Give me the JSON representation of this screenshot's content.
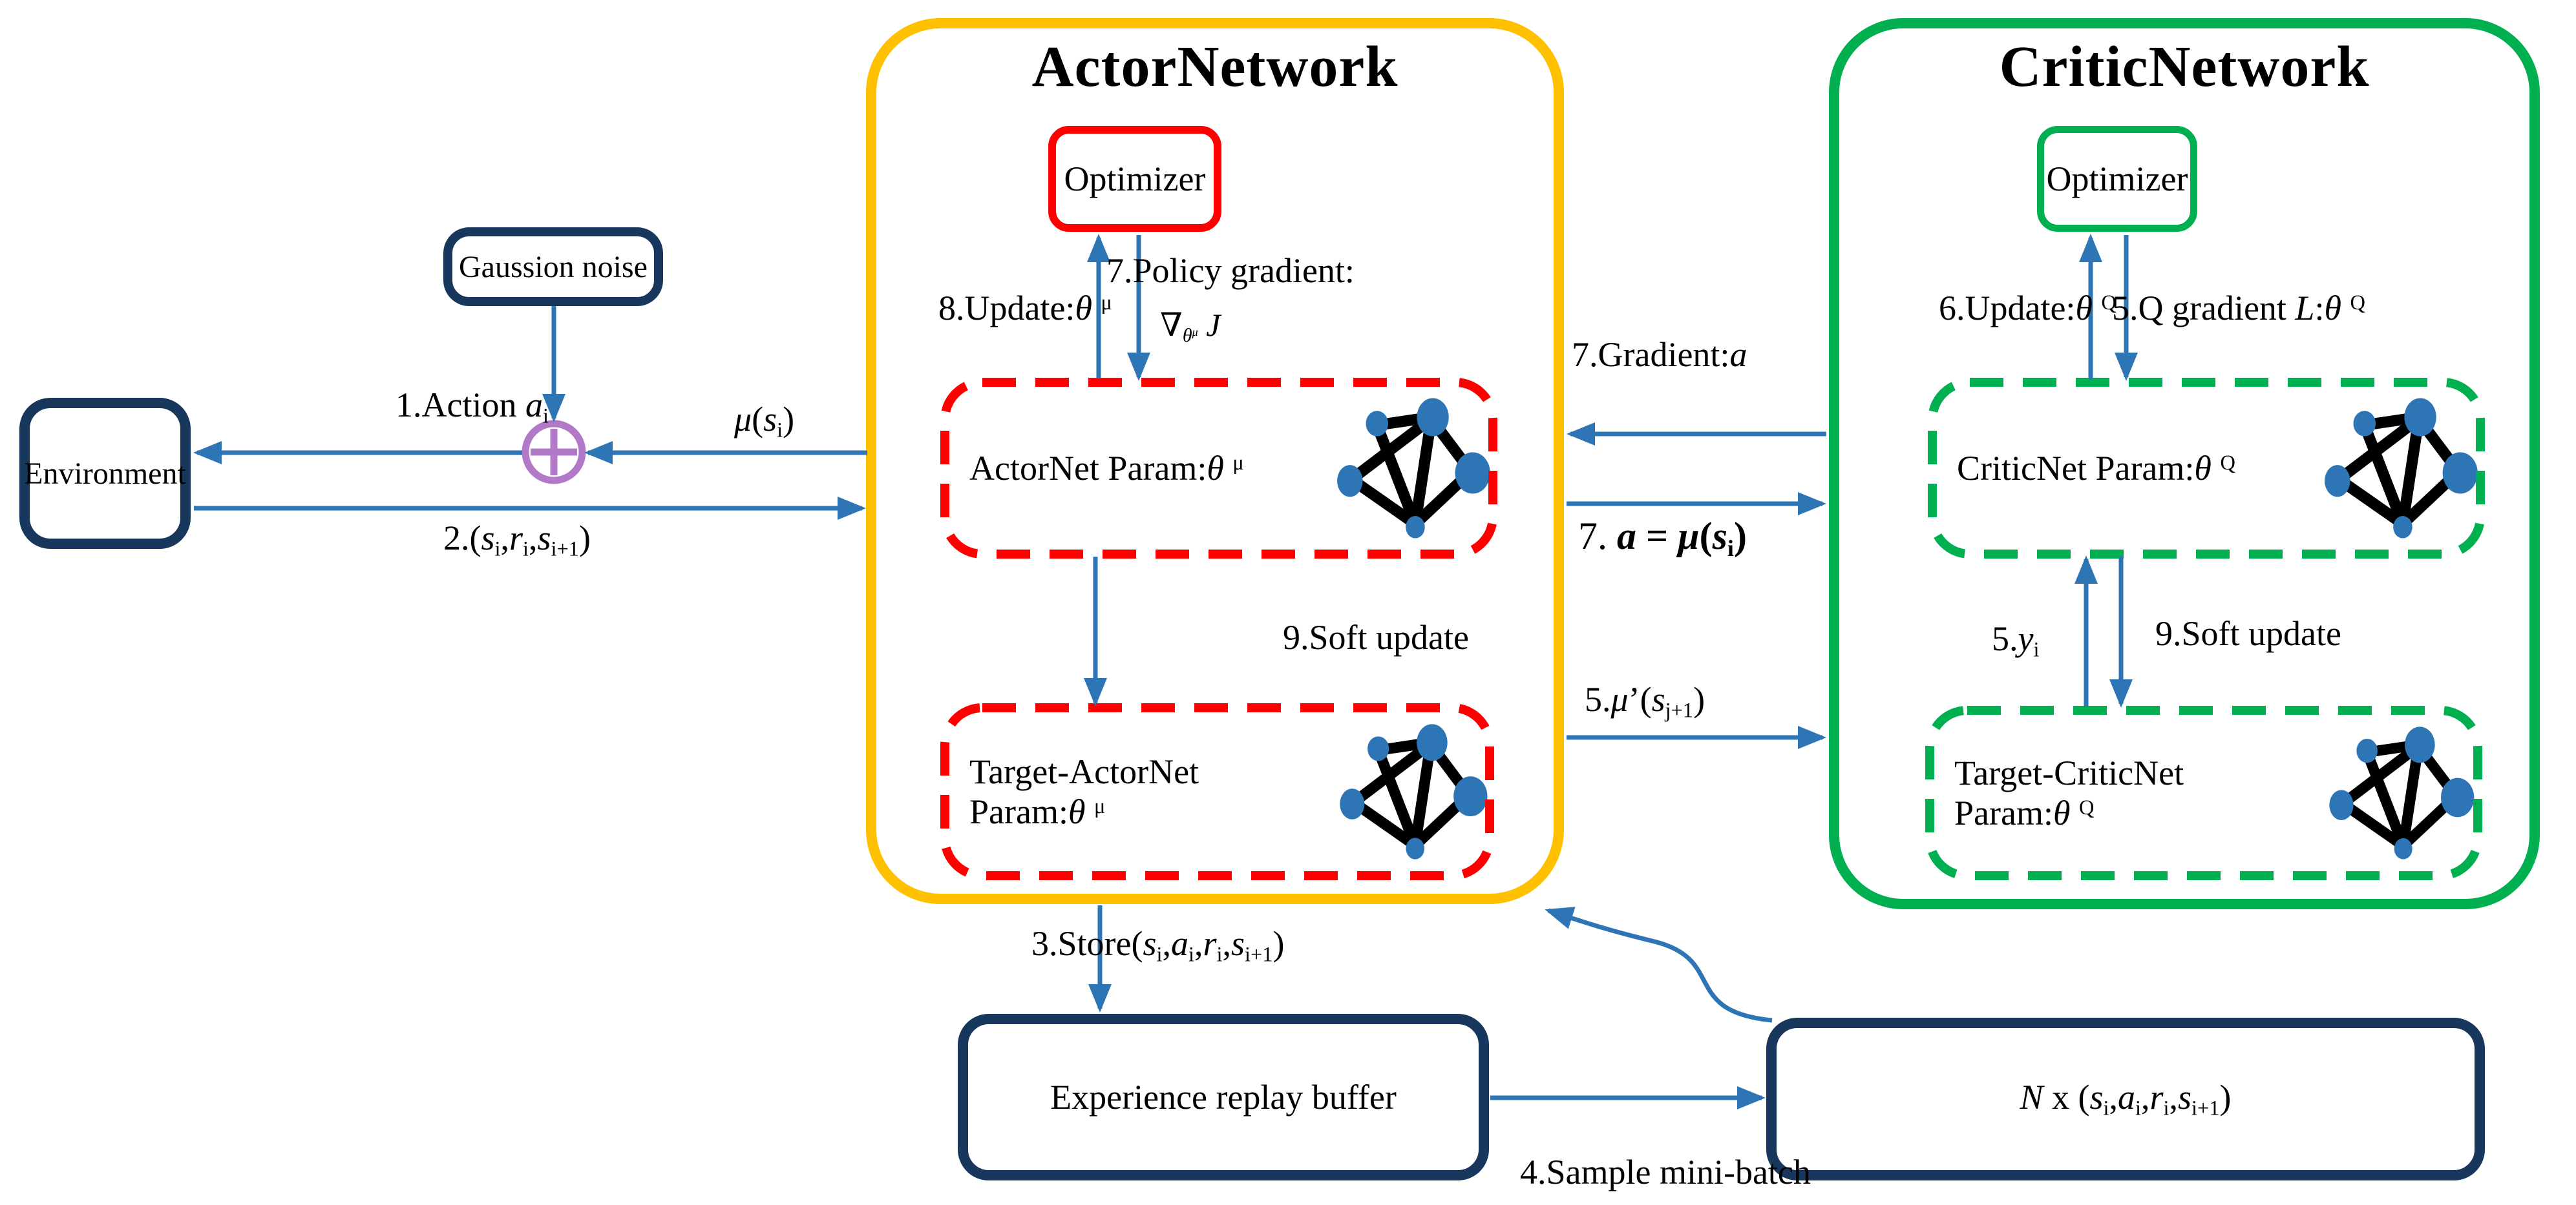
{
  "titles": {
    "actor": "ActorNetwork",
    "critic": "CriticNetwork"
  },
  "boxes": {
    "environment": "Environment",
    "gaussian_noise": "Gaussion noise",
    "optimizer_actor": "Optimizer",
    "optimizer_critic": "Optimizer",
    "actornet_param": "ActorNet Param:<i>θ</i> <sup>μ</sup>",
    "target_actornet_line1": "Target-ActorNet",
    "target_actornet_line2": "Param:<i>θ</i> <sup>μ</sup>",
    "criticnet_param": "CriticNet Param:<i>θ</i> <sup>Q</sup>",
    "target_criticnet_line1": "Target-CriticNet",
    "target_criticnet_line2": "Param:<i>θ</i> <sup>Q</sup>",
    "replay_buffer": "Experience replay buffer",
    "minibatch": "<i>N</i> x (<i>s</i><sub>i</sub>,<i>a</i><sub>i</sub>,<i>r</i><sub>i</sub>,<i>s</i><sub>i+1</sub>)"
  },
  "labels": {
    "action": "1.Action <i>a</i><sub>i</sub>",
    "mu_s": "<i>μ</i>(<i>s</i><sub>i</sub>)",
    "transition": "2.(<i>s</i><sub>i</sub>,<i>r</i><sub>i</sub>,<i>s</i><sub>i+1</sub>)",
    "update_actor": "8.Update:<i>θ</i> <sup>μ</sup>",
    "policy_gradient": "7.Policy gradient:",
    "policy_gradient_formula": "∇<sub><i>θ<sup>μ</sup></i></sub> <i>J</i>",
    "soft_update_actor": "9.Soft update",
    "store": "3.Store(<i>s</i><sub>i</sub>,<i>a</i><sub>i</sub>,<i>r</i><sub>i</sub>,<i>s</i><sub>i+1</sub>)",
    "sample": "4.Sample mini-batch",
    "gradient_a": "7.Gradient:<i>a</i>",
    "action_eq": "7. <b><i>a</i> = <i>μ</i>(<i>s</i><sub>i</sub>)</b>",
    "mu_next": "5.<i>μ</i>’(<i>s</i><sub>j+1</sub>)",
    "update_critic": "6.Update:<i>θ</i> <sup>Q</sup>",
    "q_gradient": "5.Q gradient <i>L</i>:<i>θ</i> <sup>Q</sup>",
    "y_i": "5.<i>y</i><sub>i</sub>",
    "soft_update_critic": "9.Soft update"
  },
  "icons": {
    "network": "neural-network-icon",
    "noise_sum": "plus-circle-icon"
  },
  "colors": {
    "actor_border": "#FFC000",
    "critic_border": "#00B050",
    "navy_border": "#17375D",
    "dashed_red": "#FF0000",
    "dashed_green": "#00B050",
    "arrow_blue": "#2E75B6",
    "node_blue": "#2E75B6",
    "plus_purple": "#B279C9"
  }
}
